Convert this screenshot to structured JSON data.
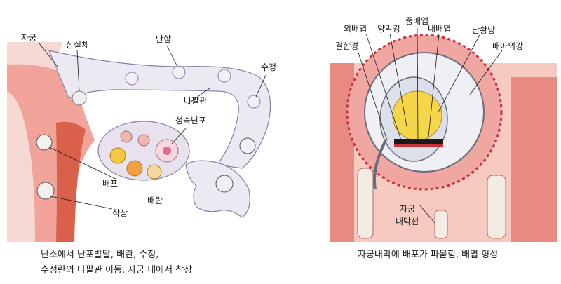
{
  "left_diagram": {
    "labels": {
      "uterus": "자궁",
      "corpus_luteum": "상실체",
      "cleavage": "난할",
      "fertilization": "수정",
      "fallopian_tube": "나팔관",
      "mature_follicle": "성숙난포",
      "blastocyst": "배포",
      "ovulation": "배란",
      "implantation": "착상"
    },
    "caption_line1": "난소에서 난포발달, 배란, 수정,",
    "caption_line2": "수정란의 나팔관 이동, 자궁 내에서 착상"
  },
  "right_diagram": {
    "labels": {
      "ectoderm": "외배엽",
      "amniotic_cavity": "양막강",
      "mesoderm": "중배엽",
      "endoderm": "내배엽",
      "yolk_sac": "난황낭",
      "connecting_stalk": "결합경",
      "chorionic_cavity": "배아외강",
      "endometrial_gland_line1": "자궁",
      "endometrial_gland_line2": "내막선"
    },
    "caption": "자궁내막에 배포가 파묻힘, 배엽 형성"
  },
  "colors": {
    "uterine_wall": "#f2a49a",
    "uterine_muscle": "#d9604a",
    "tube": "#ece9f3",
    "endometrium": "#f6c9c1",
    "yolk": "#f5d64a",
    "blood": "#c8303a"
  }
}
